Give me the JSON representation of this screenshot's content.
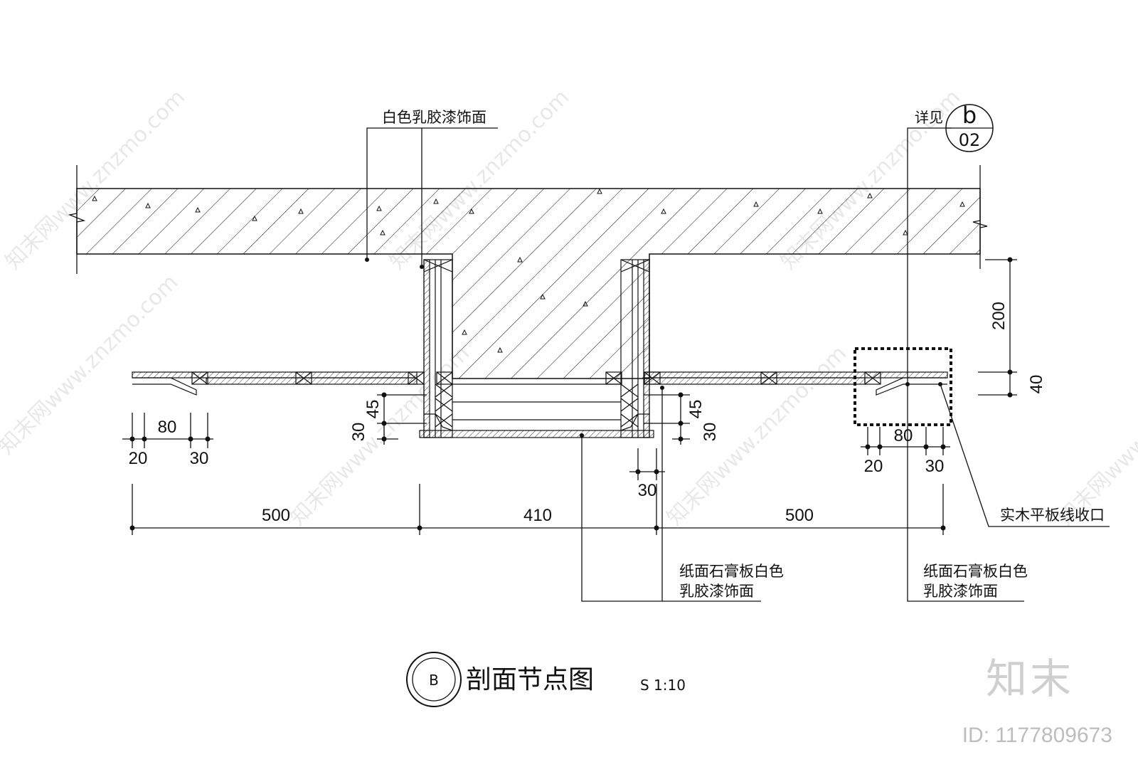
{
  "labels": {
    "top_finish": "白色乳胶漆饰面",
    "detail_ref_prefix": "详见",
    "detail_ref_letter": "b",
    "detail_ref_sheet": "02",
    "gypsum_finish_1_line1": "纸面石膏板白色",
    "gypsum_finish_1_line2": "乳胶漆饰面",
    "gypsum_finish_2_line1": "纸面石膏板白色",
    "gypsum_finish_2_line2": "乳胶漆饰面",
    "wood_trim": "实木平板线收口"
  },
  "dimensions": {
    "span_left": "500",
    "span_mid": "410",
    "span_right": "500",
    "drop_200": "200",
    "drop_40": "40",
    "left_80": "80",
    "left_20": "20",
    "left_30": "30",
    "right_80": "80",
    "right_20": "20",
    "right_30": "30",
    "step_45_left": "45",
    "step_30_left": "30",
    "step_45_right": "45",
    "step_30_right": "30",
    "inner_30": "30"
  },
  "title_block": {
    "circle_letter": "B",
    "title": "剖面节点图",
    "scale": "S 1:10"
  },
  "watermark": {
    "text": "知末网www.znzmo.com",
    "brand": "知末",
    "image_id": "ID: 1177809673"
  }
}
